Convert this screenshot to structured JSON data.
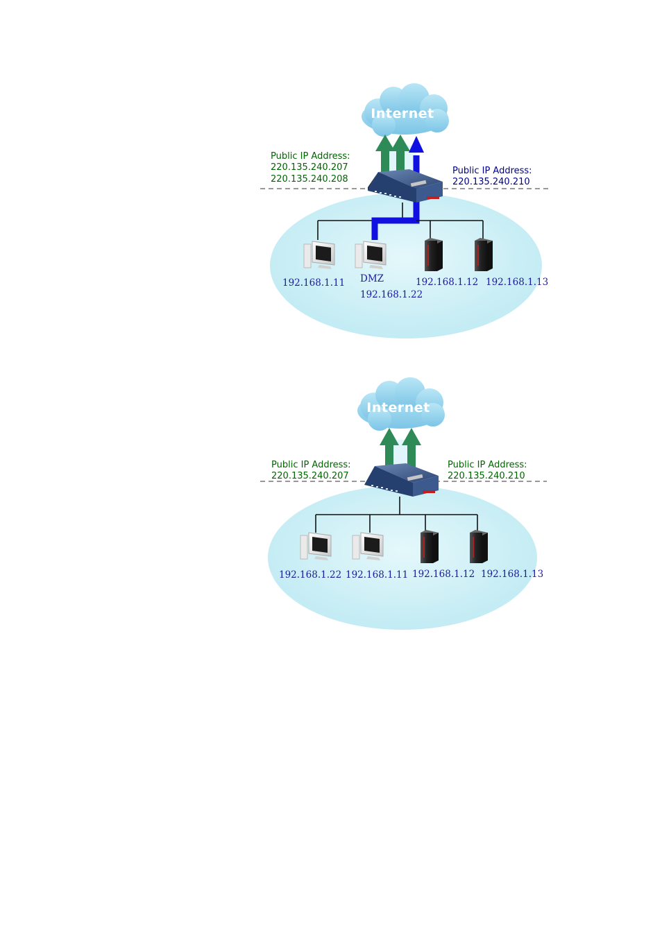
{
  "diagram1": {
    "cloud_label": "Internet",
    "left_public": {
      "label": "Public IP Address:",
      "ips": [
        "220.135.240.207",
        "220.135.240.208"
      ]
    },
    "right_public": {
      "label": "Public IP Address:",
      "ips": [
        "220.135.240.210"
      ]
    },
    "hosts": [
      {
        "type": "pc",
        "ip": "192.168.1.11"
      },
      {
        "type": "pc",
        "tag": "DMZ",
        "ip": "192.168.1.22"
      },
      {
        "type": "server",
        "ip": "192.168.1.12"
      },
      {
        "type": "server",
        "ip": "192.168.1.13"
      }
    ]
  },
  "diagram2": {
    "cloud_label": "Internet",
    "left_public": {
      "label": "Public IP Address:",
      "ips": [
        "220.135.240.207"
      ]
    },
    "right_public": {
      "label": "Public IP Address:",
      "ips": [
        "220.135.240.210"
      ]
    },
    "hosts": [
      {
        "type": "pc",
        "ip": "192.168.1.22"
      },
      {
        "type": "pc",
        "ip": "192.168.1.11"
      },
      {
        "type": "server",
        "ip": "192.168.1.12"
      },
      {
        "type": "server",
        "ip": "192.168.1.13"
      }
    ]
  },
  "colors": {
    "lan_fill": "#cdf1f7",
    "cloud": "#9fd6ee",
    "arrow_green": "#2e8b57",
    "arrow_blue": "#1010e0",
    "router": "#2f4a78"
  },
  "icons": [
    "cloud-icon",
    "router-icon",
    "pc-icon",
    "server-icon",
    "up-arrow-icon"
  ]
}
